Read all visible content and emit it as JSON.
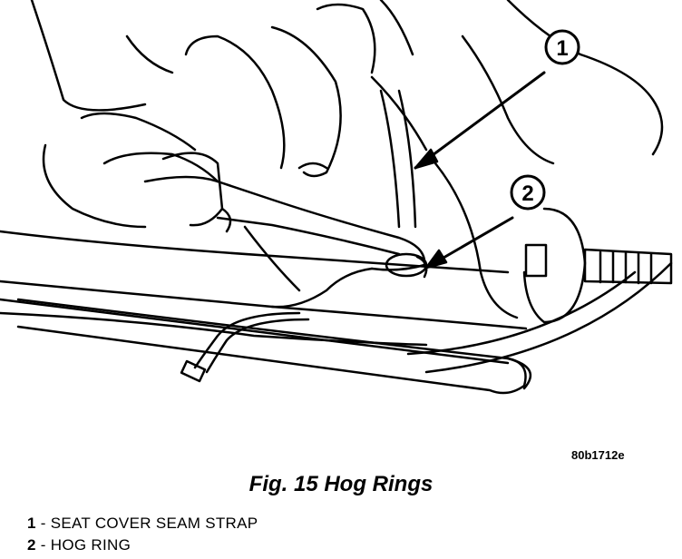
{
  "figure": {
    "code": "80b1712e",
    "caption": "Fig. 15 Hog Rings",
    "callouts": [
      "1",
      "2"
    ]
  },
  "legend": [
    {
      "number": "1",
      "separator": " - ",
      "label": "SEAT COVER SEAM STRAP"
    },
    {
      "number": "2",
      "separator": " - ",
      "label": "HOG RING"
    }
  ]
}
